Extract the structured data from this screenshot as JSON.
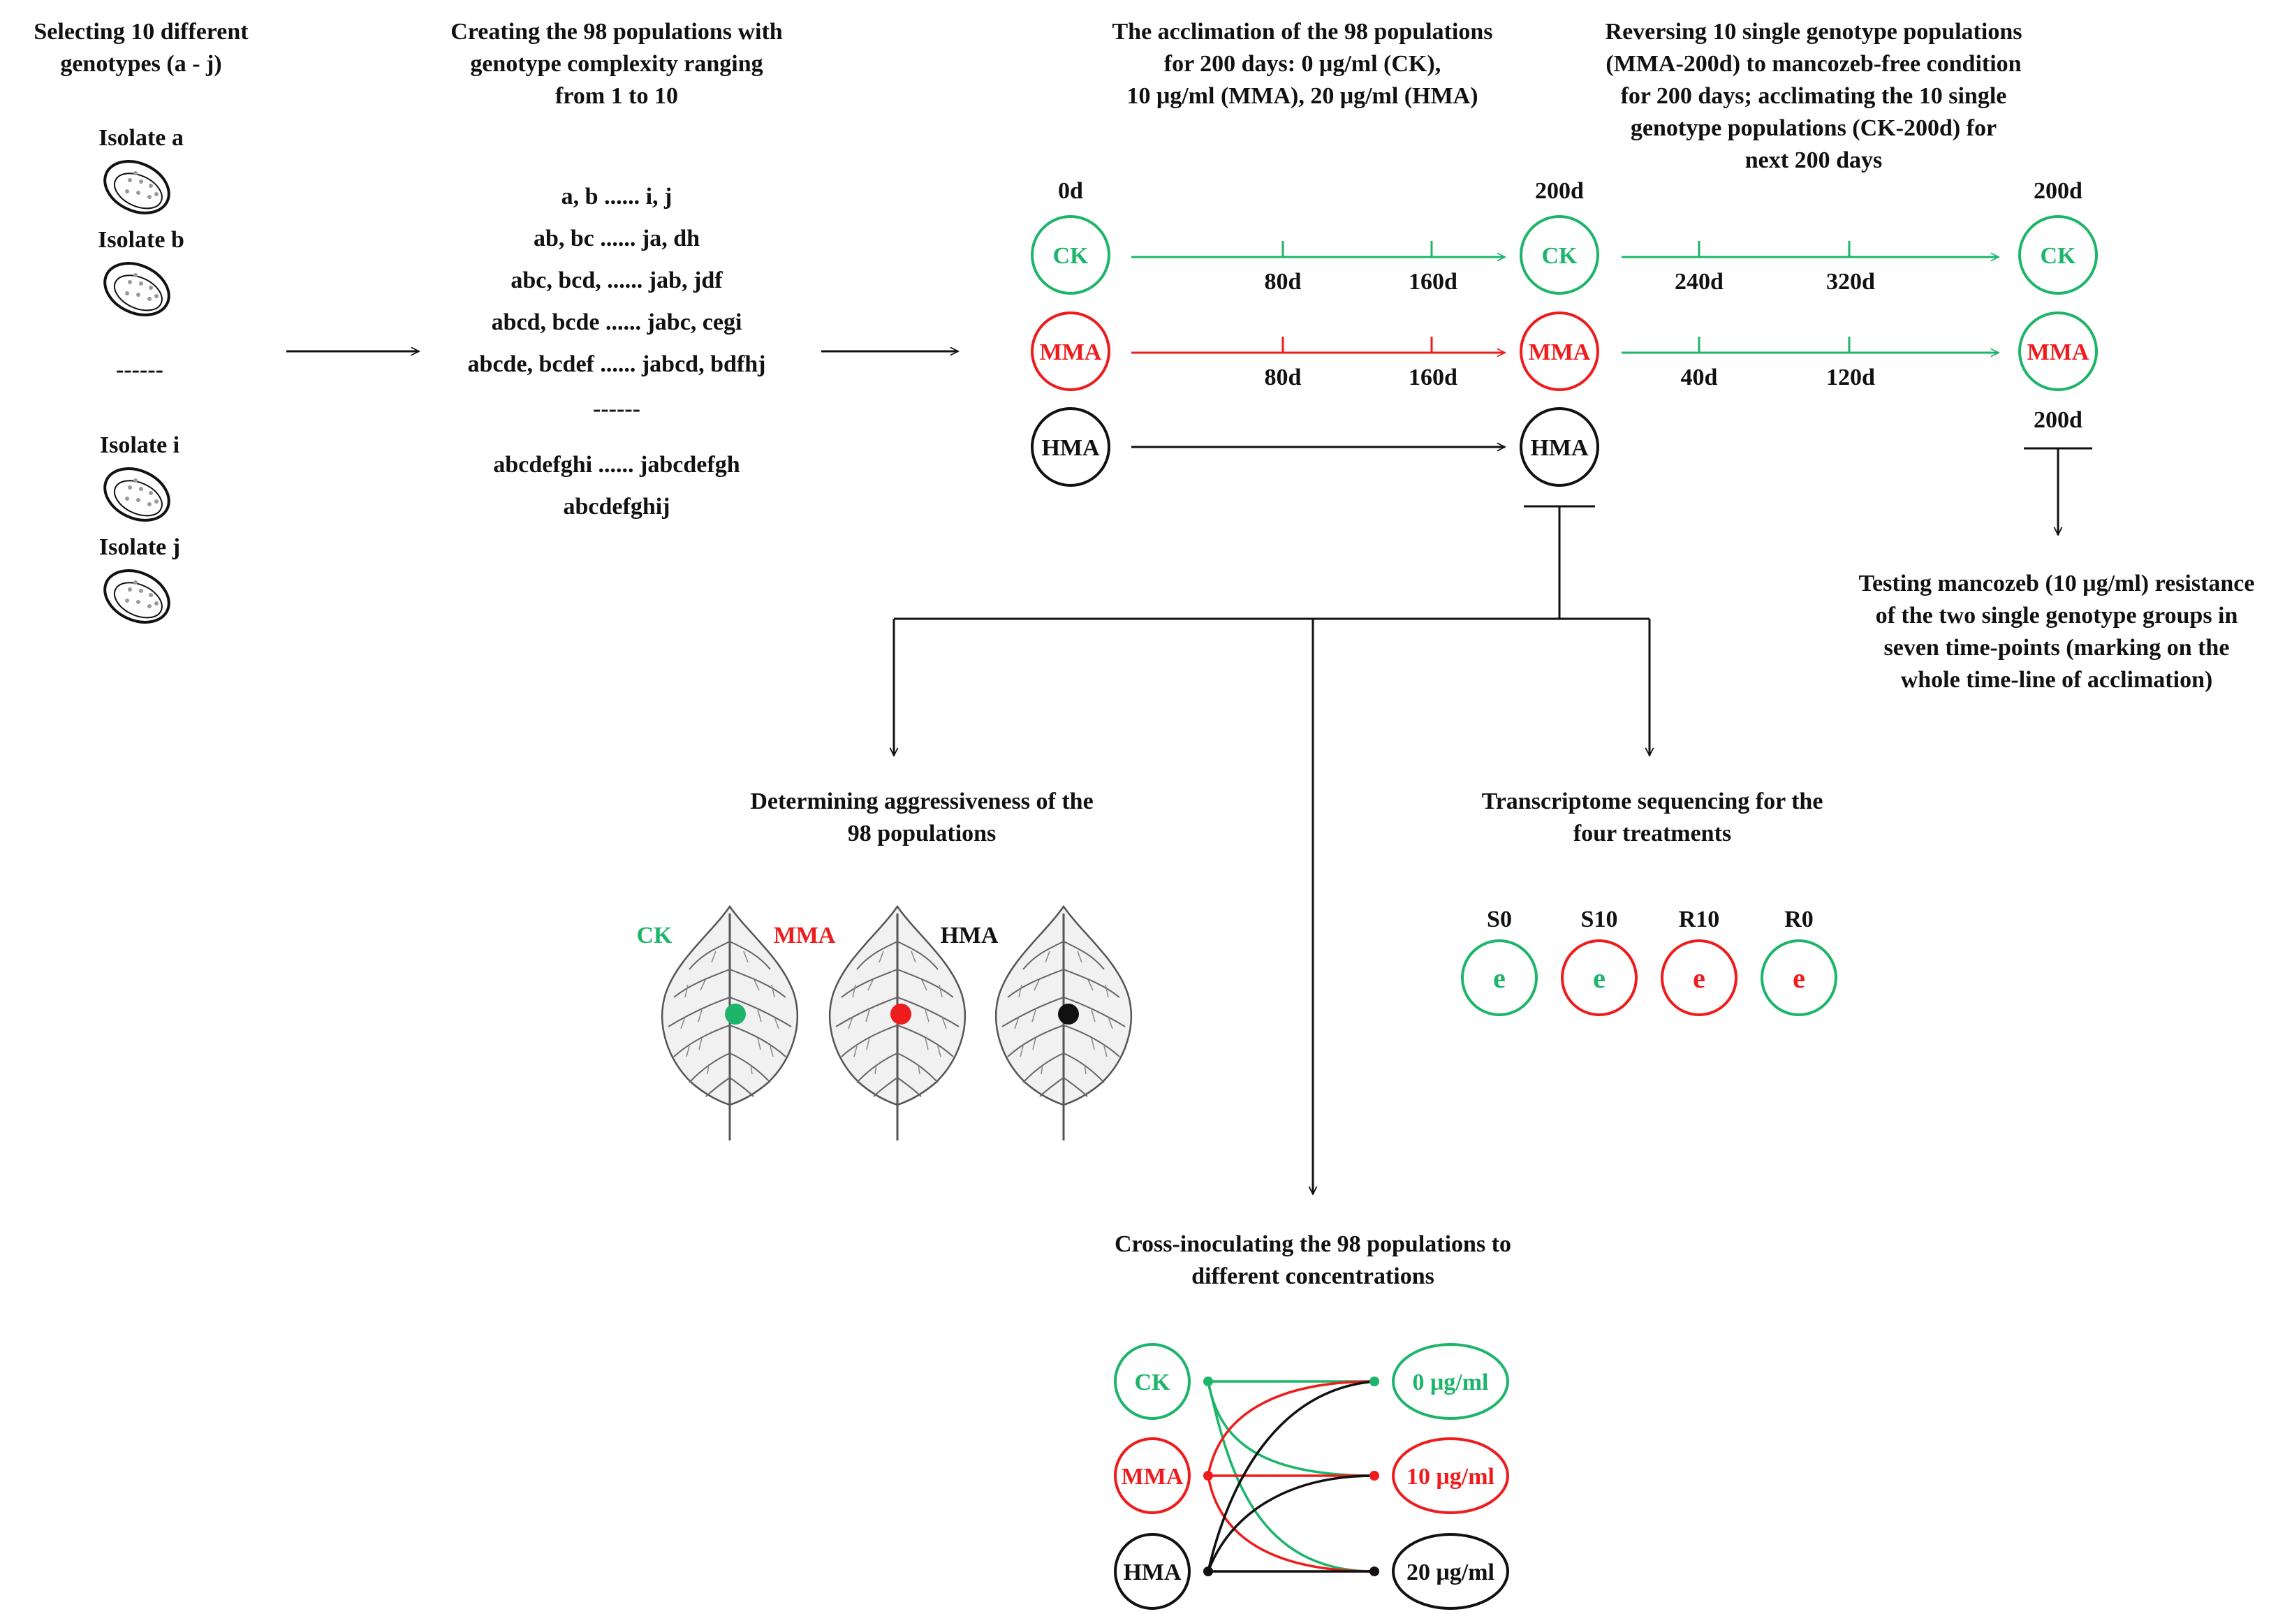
{
  "colors": {
    "green": "#1db56a",
    "red": "#ee1c1c",
    "black": "#111111",
    "spot_gray": "#9a9a9a"
  },
  "step1": {
    "title_lines": [
      "Selecting 10 different",
      "genotypes (a - j)"
    ],
    "isolates": [
      "Isolate a",
      "Isolate b",
      "Isolate i",
      "Isolate j"
    ],
    "ellipsis": "------"
  },
  "step2": {
    "title_lines": [
      "Creating the 98 populations with",
      "genotype complexity ranging",
      "from 1 to 10"
    ],
    "rows": [
      "a, b ...... i, j",
      "ab, bc ...... ja, dh",
      "abc, bcd, ...... jab, jdf",
      "abcd, bcde ...... jabc, cegi",
      "abcde, bcdef ...... jabcd, bdfhj",
      "------",
      "abcdefghi ...... jabcdefgh",
      "abcdefghij"
    ]
  },
  "step3": {
    "title_lines": [
      "The acclimation of the 98 populations",
      "for 200 days: 0 μg/ml (CK),",
      "10 μg/ml (MMA), 20 μg/ml (HMA)"
    ],
    "time_start": "0d",
    "time_end": "200d",
    "nodes": [
      "CK",
      "MMA",
      "HMA"
    ],
    "ticks_ck": [
      "80d",
      "160d"
    ],
    "ticks_mma": [
      "80d",
      "160d"
    ]
  },
  "step4": {
    "title_lines": [
      "Reversing 10 single genotype populations",
      "(MMA-200d) to mancozeb-free condition",
      "for 200 days; acclimating the 10 single",
      "genotype populations (CK-200d) for",
      "next 200 days"
    ],
    "time_end": "200d",
    "time_below": "200d",
    "nodes": [
      "CK",
      "MMA"
    ],
    "ticks_ck": [
      "240d",
      "320d"
    ],
    "ticks_mma": [
      "40d",
      "120d"
    ]
  },
  "testing": {
    "lines": [
      "Testing mancozeb (10 μg/ml) resistance",
      "of the two single genotype groups in",
      "seven time-points (marking on the",
      "whole time-line of acclimation)"
    ]
  },
  "aggressiveness": {
    "title_lines": [
      "Determining aggressiveness of the",
      "98 populations"
    ],
    "leaf_labels": [
      "CK",
      "MMA",
      "HMA"
    ]
  },
  "transcriptome": {
    "title_lines": [
      "Transcriptome sequencing for the",
      "four treatments"
    ],
    "treatments": [
      {
        "label": "S0",
        "symbol": "e",
        "ring": "green",
        "letter": "green"
      },
      {
        "label": "S10",
        "symbol": "e",
        "ring": "red",
        "letter": "green"
      },
      {
        "label": "R10",
        "symbol": "e",
        "ring": "red",
        "letter": "red"
      },
      {
        "label": "R0",
        "symbol": "e",
        "ring": "green",
        "letter": "red"
      }
    ]
  },
  "cross": {
    "title_lines": [
      "Cross-inoculating the 98 populations to",
      "different concentrations"
    ],
    "sources": [
      "CK",
      "MMA",
      "HMA"
    ],
    "targets": [
      "0 μg/ml",
      "10 μg/ml",
      "20 μg/ml"
    ]
  }
}
